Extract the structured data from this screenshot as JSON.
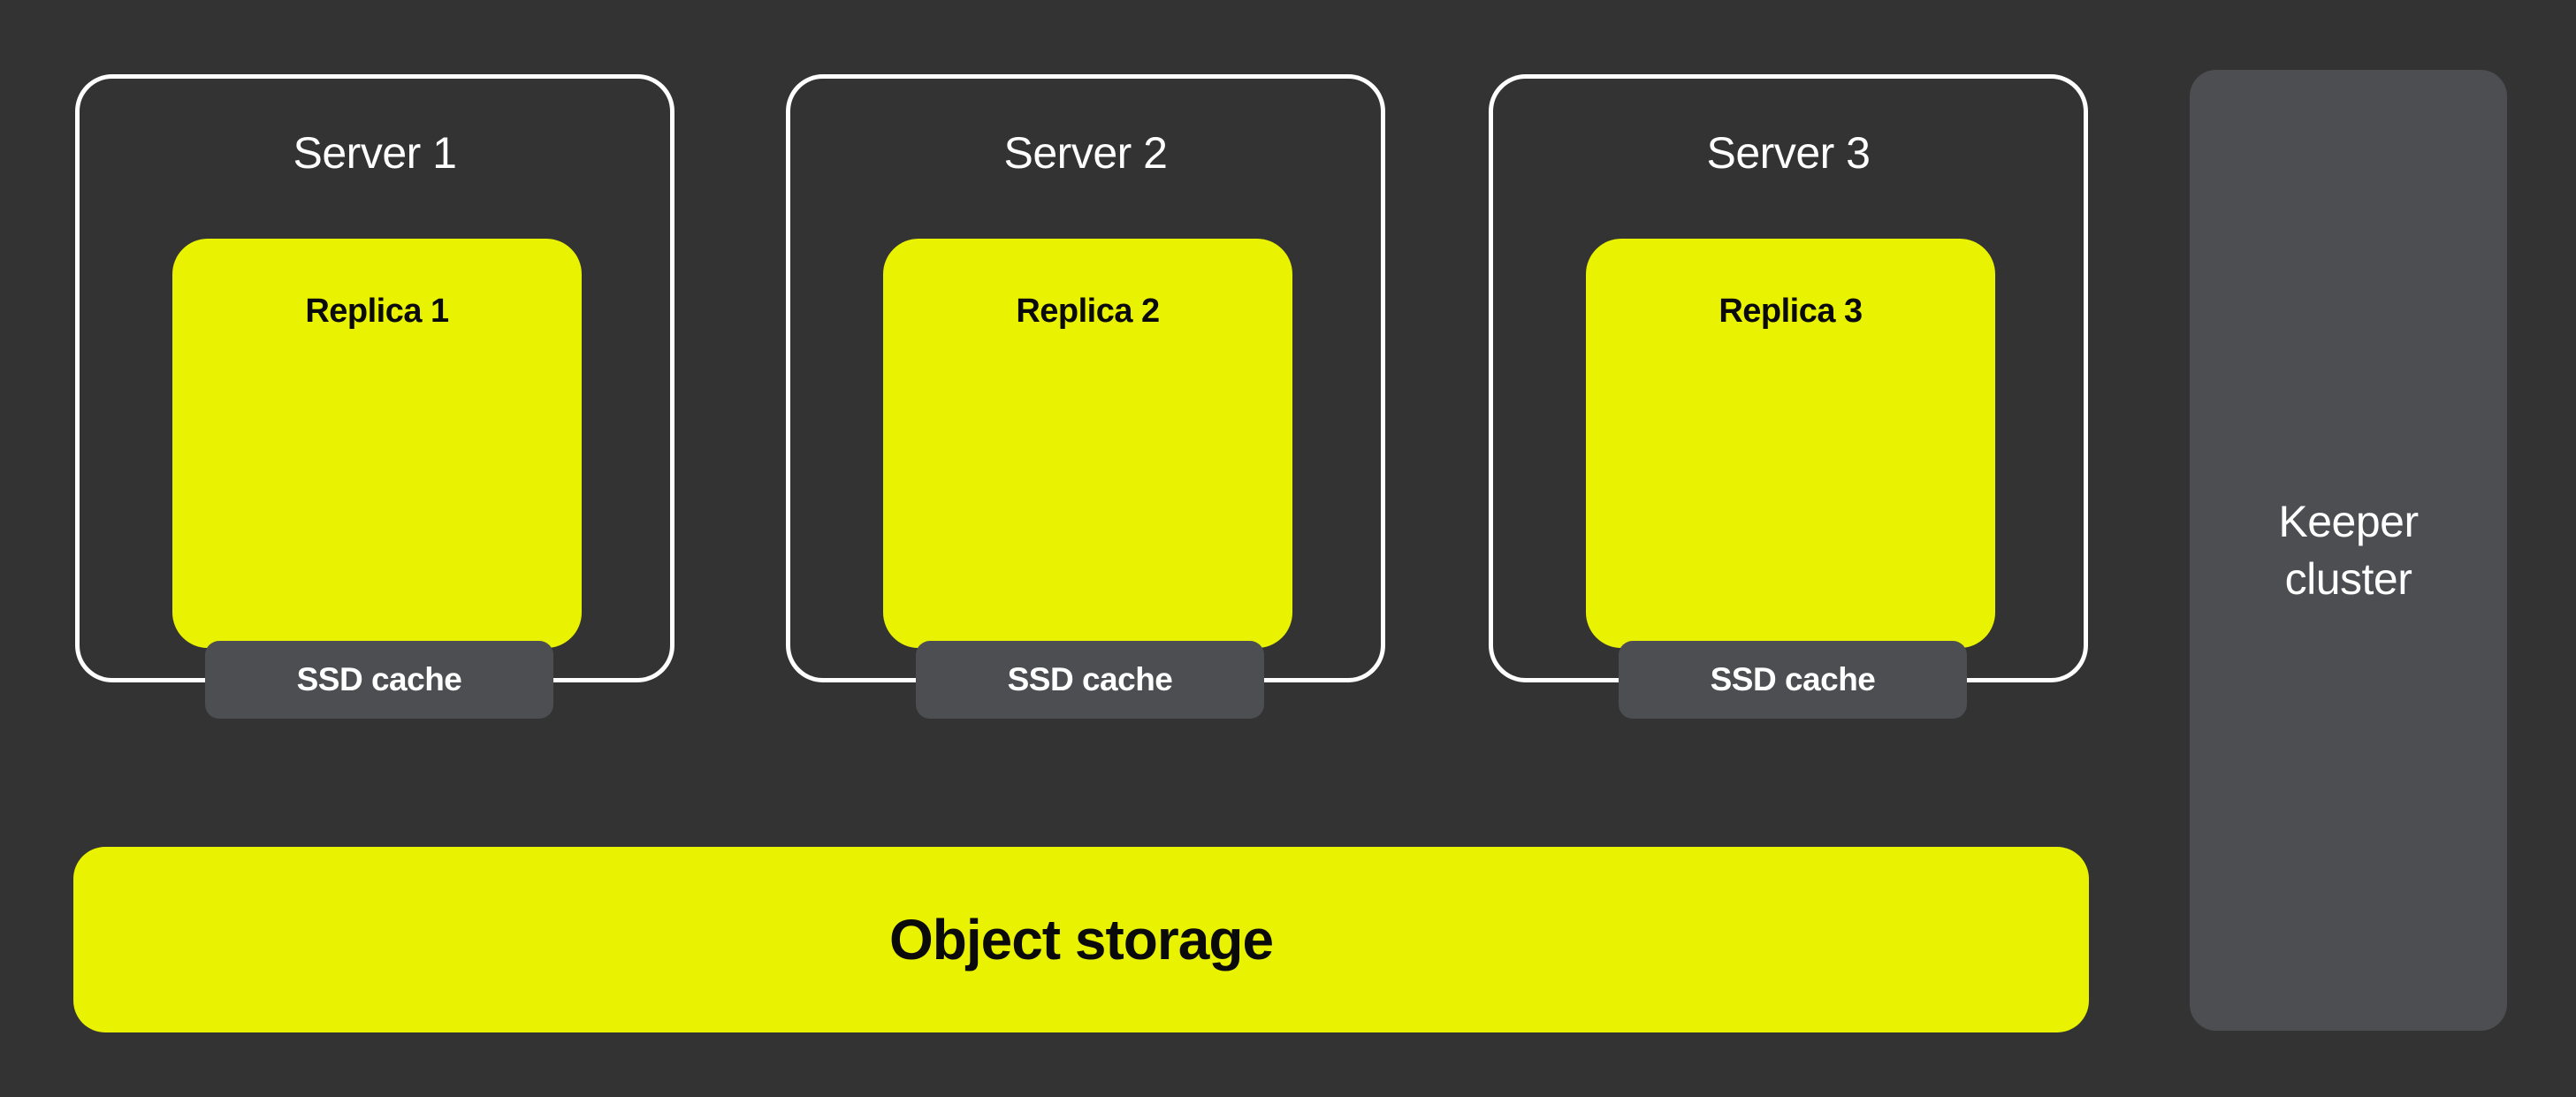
{
  "colors": {
    "background": "#333333",
    "surface_gray": "#4C4E52",
    "accent_yellow": "#E9F200",
    "border_white": "#FFFFFF",
    "text_light": "#FFFFFF",
    "text_dark": "#0A0A0A"
  },
  "servers": [
    {
      "label": "Server 1",
      "replica_label": "Replica 1",
      "cache_label": "SSD cache"
    },
    {
      "label": "Server 2",
      "replica_label": "Replica 2",
      "cache_label": "SSD cache"
    },
    {
      "label": "Server 3",
      "replica_label": "Replica 3",
      "cache_label": "SSD cache"
    }
  ],
  "object_storage": {
    "label": "Object storage"
  },
  "keeper_cluster": {
    "line1": "Keeper",
    "line2": "cluster"
  }
}
